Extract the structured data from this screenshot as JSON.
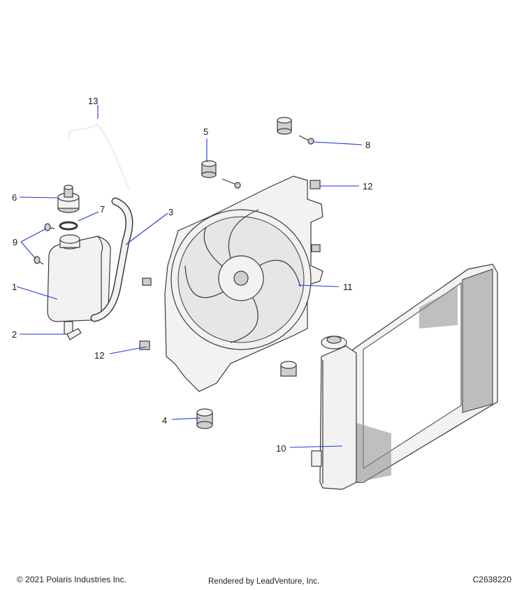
{
  "callouts": [
    {
      "id": "1",
      "label": "1"
    },
    {
      "id": "2",
      "label": "2"
    },
    {
      "id": "3",
      "label": "3"
    },
    {
      "id": "4",
      "label": "4"
    },
    {
      "id": "5",
      "label": "5"
    },
    {
      "id": "6",
      "label": "6"
    },
    {
      "id": "7",
      "label": "7"
    },
    {
      "id": "8",
      "label": "8"
    },
    {
      "id": "9",
      "label": "9"
    },
    {
      "id": "10",
      "label": "10"
    },
    {
      "id": "11",
      "label": "11"
    },
    {
      "id": "12a",
      "label": "12"
    },
    {
      "id": "12b",
      "label": "12"
    },
    {
      "id": "13",
      "label": "13"
    }
  ],
  "footer": {
    "copyright": "© 2021 Polaris Industries Inc.",
    "rendered_by": "Rendered by LeadVenture, Inc.",
    "drawing_id": "C2638220"
  },
  "colors": {
    "leader_line": "#1f3ad6",
    "part_fill": "#f2f2f2",
    "part_outline": "#3a3a3a"
  }
}
